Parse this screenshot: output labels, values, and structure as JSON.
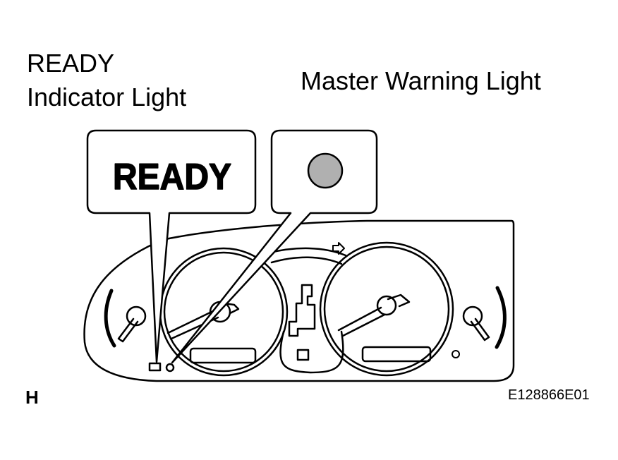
{
  "labels": {
    "ready_indicator_line1": "READY",
    "ready_indicator_line2": "Indicator Light",
    "master_warning": "Master Warning Light",
    "view_letter": "H",
    "figure_code": "E128866E01"
  },
  "callouts": {
    "ready_display_text": "READY"
  },
  "colors": {
    "warning_light_fill": "#b0b0b0",
    "line": "#000000"
  },
  "icons": [
    "fuel-gauge-icon",
    "temp-gauge-icon",
    "speedometer-icon",
    "tachometer-icon",
    "shift-indicator-icon",
    "arrow-icon"
  ]
}
